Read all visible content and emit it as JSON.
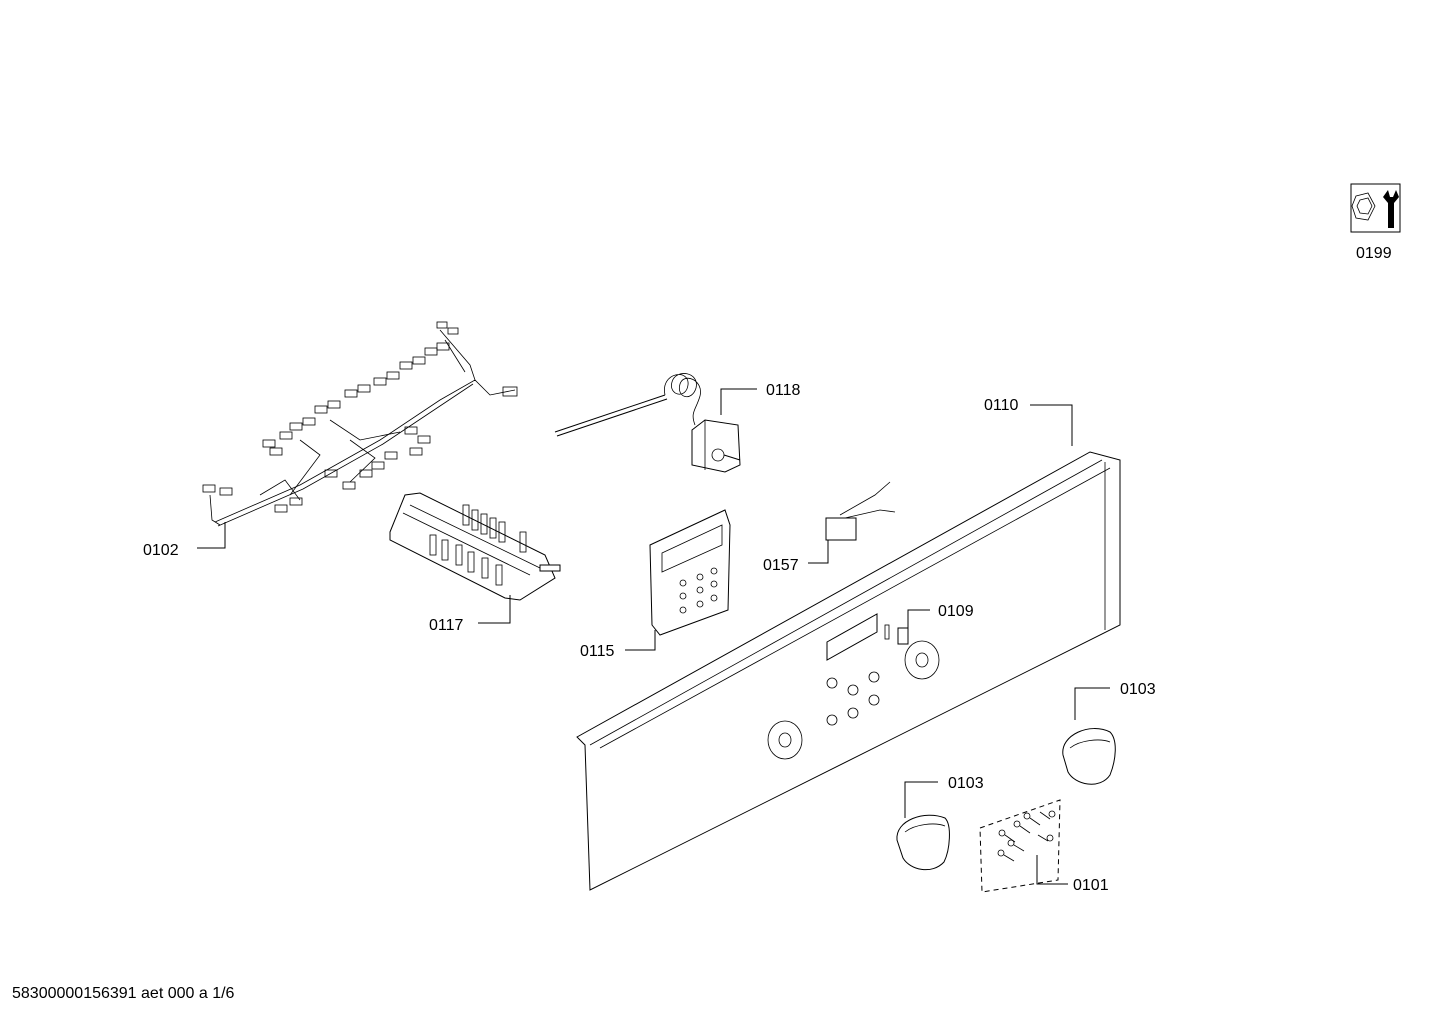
{
  "labels": {
    "p0199": "0199",
    "p0118": "0118",
    "p0110": "0110",
    "p0102": "0102",
    "p0157": "0157",
    "p0117": "0117",
    "p0109": "0109",
    "p0115": "0115",
    "p0103a": "0103",
    "p0103b": "0103",
    "p0101": "0101"
  },
  "footer": "58300000156391 aet 000 a 1/6",
  "icons": [
    "tool-kit-icon"
  ]
}
